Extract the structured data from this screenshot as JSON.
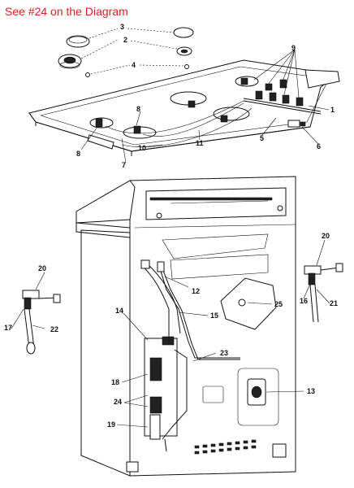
{
  "header": {
    "note": "See #24 on the Diagram"
  },
  "callouts": {
    "c1": "1",
    "c2": "2",
    "c3": "3",
    "c4": "4",
    "c5": "5",
    "c6": "6",
    "c7": "7",
    "c8a": "8",
    "c8b": "8",
    "c9": "9",
    "c10": "10",
    "c11": "11",
    "c12": "12",
    "c13": "13",
    "c14": "14",
    "c15": "15",
    "c16": "16",
    "c17": "17",
    "c18": "18",
    "c19": "19",
    "c20a": "20",
    "c20b": "20",
    "c21": "21",
    "c22": "22",
    "c23": "23",
    "c24": "24",
    "c25": "25"
  },
  "colors": {
    "header_note": "#e01f1f",
    "line": "#111111",
    "background": "#ffffff"
  }
}
